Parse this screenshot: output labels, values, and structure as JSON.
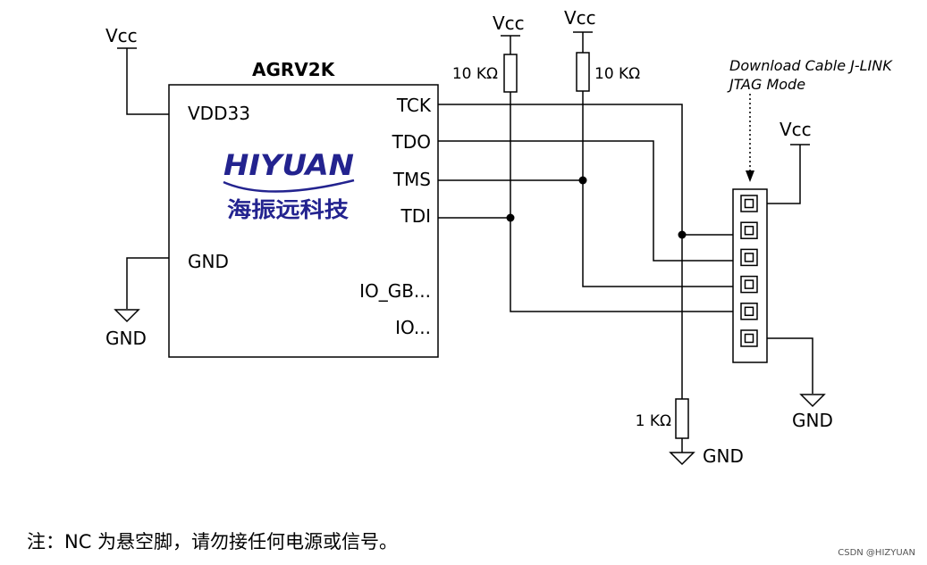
{
  "chip": {
    "name": "AGRV2K",
    "left_pins": [
      "VDD33",
      "GND"
    ],
    "right_pins": [
      "TCK",
      "TDO",
      "TMS",
      "TDI",
      "IO_GB...",
      "IO..."
    ],
    "logo_text": "HIYUAN",
    "logo_cn": "海振远科技"
  },
  "power_labels": {
    "vcc": "Vcc",
    "gnd": "GND"
  },
  "resistors": {
    "r1": "10 KΩ",
    "r2": "10 KΩ",
    "r3": "1 KΩ"
  },
  "connector": {
    "line1": "Download Cable J-LINK",
    "line2": "JTAG Mode",
    "pin_count": 6
  },
  "note": "注：NC 为悬空脚，请勿接任何电源或信号。",
  "watermark": "CSDN @HIZYUAN"
}
